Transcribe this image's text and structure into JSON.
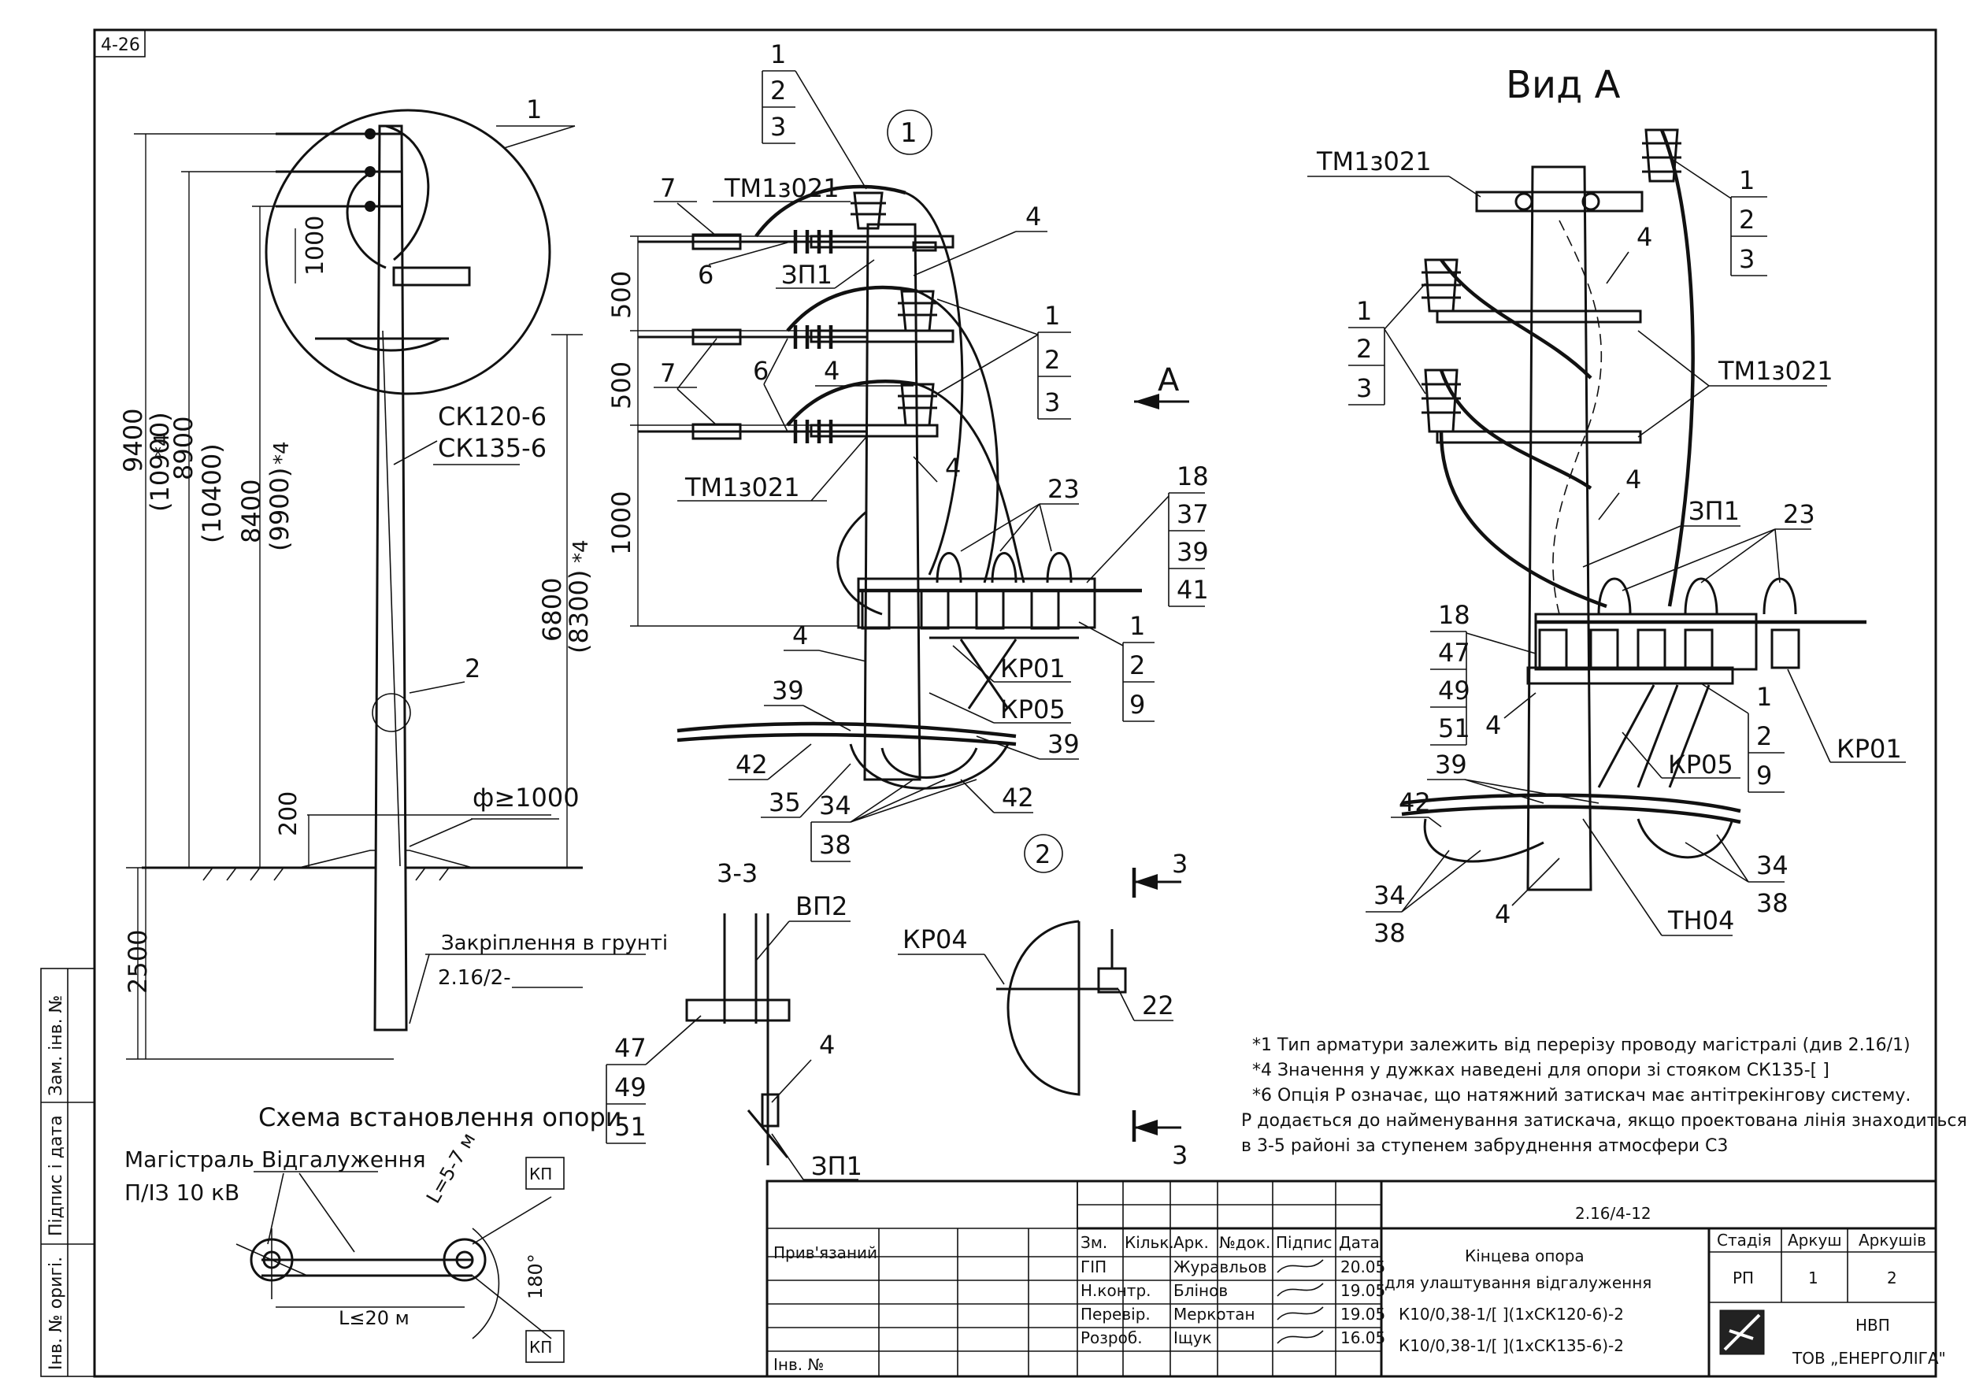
{
  "sheet_tag": "4-26",
  "labels": {
    "view_a_title": "Вид А",
    "callout_1": "1",
    "callout_2": "2",
    "section_33": "3-3",
    "arrow_a": "А",
    "section_mark": "3",
    "scheme_title": "Схема встановлення опори",
    "mainline": "Магістраль",
    "mainline_sub": "П/ІЗ 10 кВ",
    "branch": "Відгалуження",
    "dist_l57": "L=5-7 м",
    "dist_l20": "L≤20 м",
    "kp": "КП",
    "angle_180": "180°",
    "ground_fix": "Закріплення в грунті",
    "ground_ref": "2.16/2-",
    "diam": "ф≥1000",
    "pole_type_1": "СК120-6",
    "pole_type_2": "СК135-6"
  },
  "dimensions": {
    "d9400": "9400",
    "d10900": "(10900)",
    "d8900": "8900",
    "d10400": "(10400)",
    "d8400": "8400",
    "d9900": "(9900)",
    "d6800": "6800",
    "d8300": "(8300)",
    "d2500": "2500",
    "d200": "200",
    "d1000": "1000",
    "d500": "500",
    "star4": "*4",
    "sup4": "4"
  },
  "parts": {
    "tm": "ТМ1з021",
    "zp1": "ЗП1",
    "kr01": "КР01",
    "kr05": "КР05",
    "kr04": "КР04",
    "vp2": "ВП2",
    "tn04": "ТН04",
    "n1": "1",
    "n2": "2",
    "n3": "3",
    "n4": "4",
    "n6": "6",
    "n7": "7",
    "n9": "9",
    "n18": "18",
    "n22": "22",
    "n23": "23",
    "n34": "34",
    "n35": "35",
    "n37": "37",
    "n38": "38",
    "n39": "39",
    "n41": "41",
    "n42": "42",
    "n47": "47",
    "n49": "49",
    "n51": "51"
  },
  "notes": [
    "*1 Тип арматури залежить від перерізу проводу магістралі (див 2.16/1)",
    "*4 Значення у дужках наведені для опори зі стояком СК135-[ ]",
    "*6 Опція Р означає, що натяжний затискач має антітрекінгову систему.",
    "Р додається до найменування затискача, якщо проектована лінія знаходиться",
    "в 3-5 районі за ступенем забруднення атмосфери С3"
  ],
  "side_stamp": {
    "zam": "Зам. інв. №",
    "pidpys": "Підпис і дата",
    "inv": "Інв. № оригі."
  },
  "title_block": {
    "code": "2.16/4-12",
    "title_1": "Кінцева опора",
    "title_2": "для улаштування відгалуження",
    "title_3": "К10/0,38-1/[ ](1хСК120-6)-2",
    "title_4": "К10/0,38-1/[ ](1хСК135-6)-2",
    "pryvyazanyi": "Прив'язаний",
    "inv_no": "Інв. №",
    "h_zm": "Зм.",
    "h_kilk": "Кільк.",
    "h_ark": "Арк.",
    "h_nodok": "№док.",
    "h_pidpys": "Підпис",
    "h_data": "Дата",
    "rows": [
      {
        "role": "ГІП",
        "name": "Журавльов",
        "date": "20.05"
      },
      {
        "role": "Н.контр.",
        "name": "Блінов",
        "date": "19.05"
      },
      {
        "role": "Перевір.",
        "name": "Меркотан",
        "date": "19.05"
      },
      {
        "role": "Розроб.",
        "name": "Іщук",
        "date": "16.05"
      }
    ],
    "stage_h": "Стадія",
    "sheet_h": "Аркуш",
    "sheets_h": "Аркушів",
    "stage": "РП",
    "sheet": "1",
    "sheets": "2",
    "org_1": "НВП",
    "org_2": "ТОВ „ЕНЕРГОЛІГА\""
  }
}
